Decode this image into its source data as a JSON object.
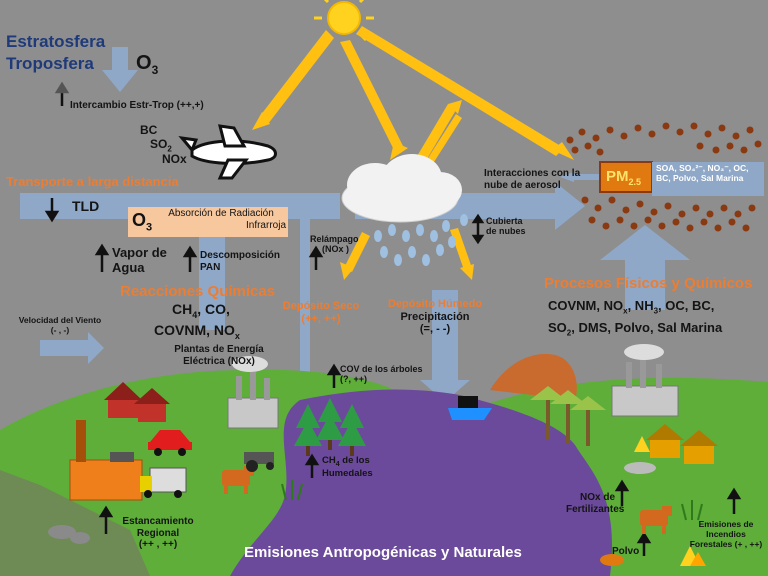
{
  "title": "Emisiones Antropogénicas y Naturales",
  "layers": {
    "stratosphere": "Estratosfera",
    "troposphere": "Troposfera"
  },
  "ozone": {
    "label": "O",
    "sub": "3"
  },
  "exchange": "Intercambio Estr-Trop (++,+)",
  "airplane_emissions": {
    "l1": "BC",
    "l2a": "SO",
    "l2sub": "2",
    "l3": "NOx"
  },
  "long_range_transport": "Transporte a larga distancia",
  "tld": "TLD",
  "ozone_box": {
    "ozone": "O",
    "ozone_sub": "3",
    "line1": "Absorción de Radiación",
    "line2": "Infrarroja"
  },
  "water_vapor": {
    "l1": "Vapor de",
    "l2": "Agua"
  },
  "decomposition": {
    "l1": "Descomposición",
    "l2": "PAN"
  },
  "lightning": {
    "l1": "Relámpago",
    "l2": "(NOx )"
  },
  "cloud_cover": {
    "l1": "Cubierta",
    "l2": "de nubes"
  },
  "aerosol_interaction": {
    "l1": "Interacciones con la",
    "l2": "nube de aerosol"
  },
  "pm25": {
    "label": "PM",
    "sub": "2.5"
  },
  "pm_components": {
    "l1": "SOA, SO₄²⁻, NO₃⁻, OC,",
    "l2": "BC, Polvo, Sal Marina"
  },
  "chemical_reactions": {
    "title": "Reacciones Químicas",
    "l1a": "CH",
    "l1sub": "4",
    "l1b": ", CO,",
    "l2a": "COVNM, NO",
    "l2sub": "x"
  },
  "power_plants": {
    "l1": "Plantas de Energía",
    "l2": "Eléctrica (NOx)"
  },
  "wind_speed": {
    "l1": "Velocidad del Viento",
    "l2": "(- , -)"
  },
  "dry_deposition": {
    "title": "Depósito Seco",
    "value": "(++, ++)"
  },
  "wet_deposition": {
    "title": "Depósito Húmedo",
    "l1": "Precipitación",
    "l2": "(=, - -)"
  },
  "tree_voc": {
    "l1": "COV de los árboles",
    "l2": "(?, ++)"
  },
  "wetlands": {
    "l1a": "CH",
    "l1sub": "4",
    "l1b": " de los",
    "l2": "Humedales"
  },
  "physical_chemical": {
    "title": "Procesos Físicos y Químicos",
    "l1a": "COVNM, NO",
    "l1sub": "x",
    "l1b": ", NH",
    "l1sub2": "3",
    "l1c": ", OC, BC,",
    "l2a": "SO",
    "l2sub": "2",
    "l2b": ", DMS, Polvo, Sal Marina"
  },
  "regional_stagnation": {
    "l1": "Estancamiento",
    "l2": "Regional",
    "l3": "(++ , ++)"
  },
  "fertilizers": {
    "l1": "NOx de",
    "l2": "Fertilizantes"
  },
  "dust": "Polvo",
  "wildfires": {
    "l1": "Emisiones de",
    "l2": "Incendios",
    "l3": "Forestales (+ , ++)"
  },
  "colors": {
    "background": "#8e8e8e",
    "arrow_blue": "#8fa8c8",
    "orange_text": "#ed7d31",
    "title_blue": "#1f3a7a",
    "sun": "#ffd21f",
    "land_green": "#5fae3a",
    "water_purple": "#6b4a9b",
    "pm_box": "#e07a10"
  }
}
